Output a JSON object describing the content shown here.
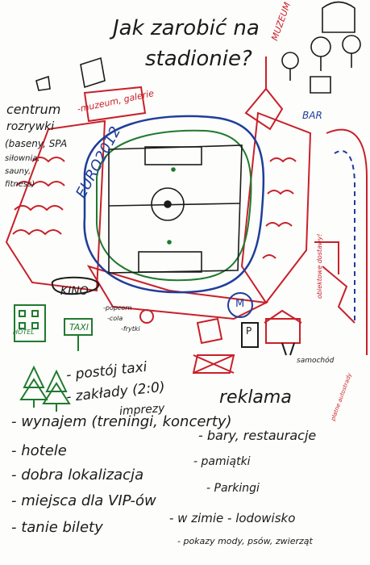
{
  "title": {
    "line1": "Jak zarobić na",
    "line2": "stadionie?"
  },
  "stadium": {
    "name": "EURO2012"
  },
  "labels": {
    "muzeum": "MUZEUM",
    "muzeum_galeria": "-muzeum, galerie",
    "bar": "BAR",
    "centrum": [
      "centrum",
      "rozrywki",
      "(baseny, SPA",
      "siłownia,",
      "sauny,",
      "fitness)"
    ],
    "kino": "KINO",
    "hotel": "HOTEL",
    "taxi": "TAXI",
    "popcorn": "-popcorn",
    "cola": "-cola",
    "frytki": "-frytki",
    "metro": "M",
    "samochod": "samochód",
    "parking": "P",
    "obiektowe": "obiektowe dostawy!",
    "platne": "płatne autostrady"
  },
  "list": [
    "- postój taxi",
    "- zakłady (2:0)",
    "imprezy",
    "reklama",
    "- wynajem (treningi, koncerty)",
    "- hotele",
    "- bary, restauracje",
    "- dobra lokalizacja",
    "- pamiątki",
    "- miejsca dla VIP-ów",
    "- Parkingi",
    "- tanie bilety",
    "- w zimie - lodowisko",
    "- pokazy mody, psów, zwierząt"
  ],
  "colors": {
    "ink": "#1b1b1b",
    "red": "#c8202a",
    "blue": "#1f3d9c",
    "green": "#1f7a2f"
  }
}
